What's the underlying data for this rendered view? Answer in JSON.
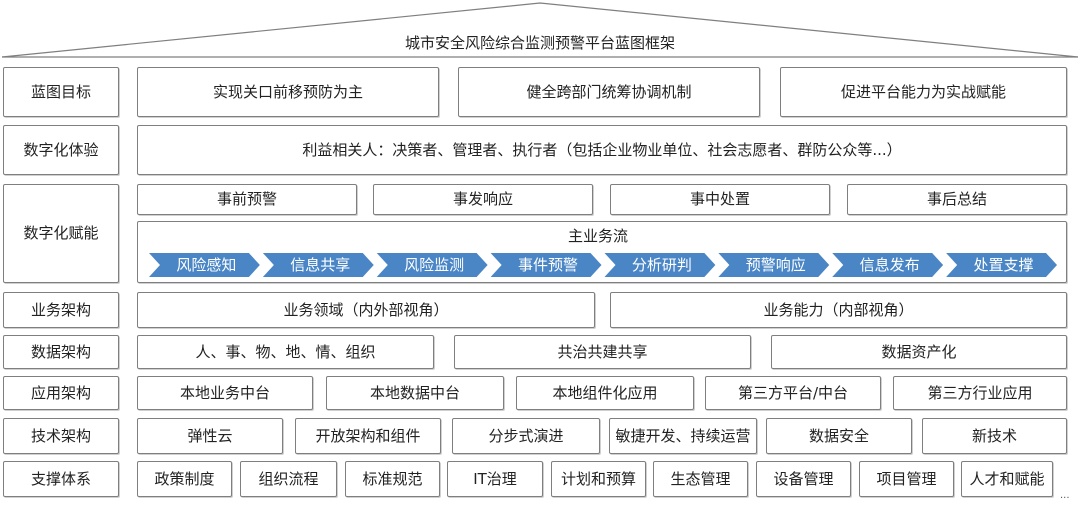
{
  "title": "城市安全风险综合监测预警平台蓝图框架",
  "rows": {
    "goals": {
      "label": "蓝图目标",
      "items": [
        "实现关口前移预防为主",
        "健全跨部门统筹协调机制",
        "促进平台能力为实战赋能"
      ]
    },
    "experience": {
      "label": "数字化体验",
      "items": [
        "利益相关人：决策者、管理者、执行者（包括企业物业单位、社会志愿者、群防公众等...）"
      ]
    },
    "enablement": {
      "label": "数字化赋能",
      "stages": [
        "事前预警",
        "事发响应",
        "事中处置",
        "事后总结"
      ],
      "flow_title": "主业务流",
      "flow_steps": [
        "风险感知",
        "信息共享",
        "风险监测",
        "事件预警",
        "分析研判",
        "预警响应",
        "信息发布",
        "处置支撑"
      ]
    },
    "business": {
      "label": "业务架构",
      "items": [
        "业务领域（内外部视角）",
        "业务能力（内部视角）"
      ]
    },
    "data": {
      "label": "数据架构",
      "items": [
        "人、事、物、地、情、组织",
        "共治共建共享",
        "数据资产化"
      ]
    },
    "application": {
      "label": "应用架构",
      "items": [
        "本地业务中台",
        "本地数据中台",
        "本地组件化应用",
        "第三方平台/中台",
        "第三方行业应用"
      ]
    },
    "technology": {
      "label": "技术架构",
      "items": [
        "弹性云",
        "开放架构和组件",
        "分步式演进",
        "敏捷开发、持续运营",
        "数据安全",
        "新技术"
      ]
    },
    "support": {
      "label": "支撑体系",
      "items": [
        "政策制度",
        "组织流程",
        "标准规范",
        "IT治理",
        "计划和预算",
        "生态管理",
        "设备管理",
        "项目管理",
        "人才和赋能"
      ]
    }
  },
  "ellipsis": "...",
  "colors": {
    "chevron": "#4a86c6",
    "border": "#7f7f7f",
    "text": "#222222"
  }
}
